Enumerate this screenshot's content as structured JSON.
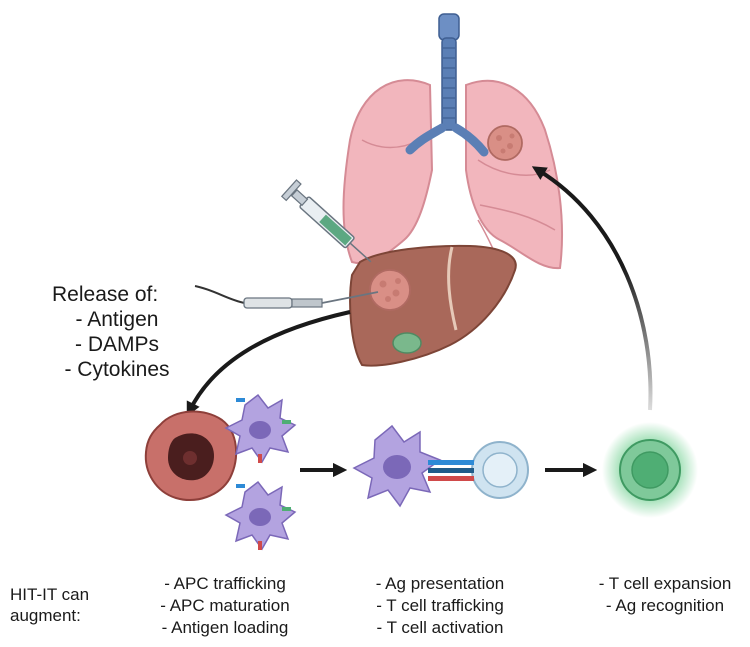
{
  "release": {
    "heading": "Release of:",
    "items": [
      "- Antigen",
      "- DAMPs",
      "- Cytokines"
    ]
  },
  "augment_label": "HIT-IT can augment:",
  "columns": [
    {
      "items": [
        "- APC trafficking",
        "- APC maturation",
        "- Antigen loading"
      ]
    },
    {
      "items": [
        "- Ag presentation",
        "- T cell trafficking",
        "- T cell activation"
      ]
    },
    {
      "items": [
        "- T cell expansion",
        "- Ag recognition"
      ]
    }
  ],
  "colors": {
    "lung": "#f2b6bd",
    "trachea": "#5b7fb5",
    "liver": "#a9685a",
    "tumor": "#d98f86",
    "apc": "#b3a3e0",
    "tcell": "#cfe3f0",
    "activated_tcell": "#4fae74",
    "arrow": "#1a1a1a"
  }
}
